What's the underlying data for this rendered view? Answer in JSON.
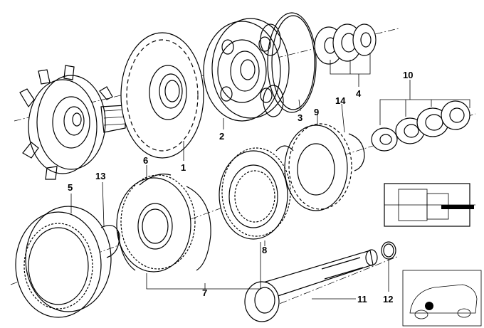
{
  "callouts": {
    "c1": "1",
    "c2": "2",
    "c3": "3",
    "c4": "4",
    "c5": "5",
    "c6": "6",
    "c7": "7",
    "c8": "8",
    "c9": "9",
    "c10": "10",
    "c11": "11",
    "c12": "12",
    "c13": "13",
    "c14": "14"
  },
  "colors": {
    "line": "#000000",
    "background": "#ffffff",
    "locator_dot": "#000000"
  }
}
